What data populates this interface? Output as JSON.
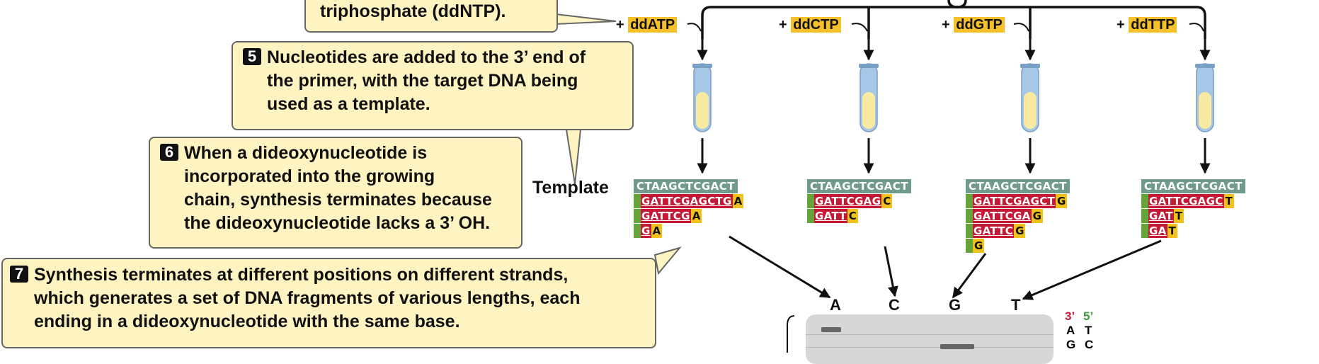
{
  "callout4": {
    "text": "triphosphate (ddNTP)."
  },
  "callout5": {
    "number": "5",
    "lines": [
      "Nucleotides are added to the 3’ end of",
      "the primer, with the target DNA being",
      "used as a template."
    ]
  },
  "callout6": {
    "number": "6",
    "lines": [
      "When a dideoxynucleotide is",
      "incorporated into the growing",
      "chain, synthesis terminates because",
      "the dideoxynucleotide lacks a 3’ OH."
    ]
  },
  "callout7": {
    "number": "7",
    "lines": [
      "Synthesis terminates at different positions on different strands,",
      "which generates a set of DNA fragments of various lengths, each",
      "ending in a dideoxynucleotide with the same base."
    ]
  },
  "reactions": [
    {
      "prefix": "+ ",
      "label": "ddATP"
    },
    {
      "prefix": "+ ",
      "label": "ddCTP"
    },
    {
      "prefix": "+ ",
      "label": "ddGTP"
    },
    {
      "prefix": "+ ",
      "label": "ddTTP"
    }
  ],
  "template_label": "Template",
  "template_sequence": "CTAAGCTCGACT",
  "fragments": {
    "A": [
      {
        "body": "GATTCGAGCTG",
        "end": "A"
      },
      {
        "body": "GATTCG",
        "end": "A"
      },
      {
        "body": "G",
        "end": "A"
      }
    ],
    "C": [
      {
        "body": "GATTCGAG",
        "end": "C"
      },
      {
        "body": "GATT",
        "end": "C"
      }
    ],
    "G": [
      {
        "body": "GATTCGAGCT",
        "end": "G"
      },
      {
        "body": "GATTCGA",
        "end": "G"
      },
      {
        "body": "GATTC",
        "end": "G"
      },
      {
        "body": "",
        "end": "G"
      }
    ],
    "T": [
      {
        "body": "GATTCGAGC",
        "end": "T"
      },
      {
        "body": "GAT",
        "end": "T"
      },
      {
        "body": "GA",
        "end": "T"
      }
    ]
  },
  "lanes": [
    "A",
    "C",
    "G",
    "T"
  ],
  "readout": {
    "header_3": "3’",
    "header_5": "5’",
    "row1": [
      "A",
      "T"
    ],
    "row2": [
      "G",
      "C"
    ]
  },
  "colors": {
    "callout_fill": "#fdf4c2",
    "highlight": "#f6c02a",
    "template": "#6f9a8c",
    "primer": "#66a338",
    "new_strand": "#c51a36",
    "tube": "#a7c7e7",
    "tube_liquid": "#f8eaa0",
    "header_3": "#c51a36",
    "header_5": "#3a9a3a"
  }
}
